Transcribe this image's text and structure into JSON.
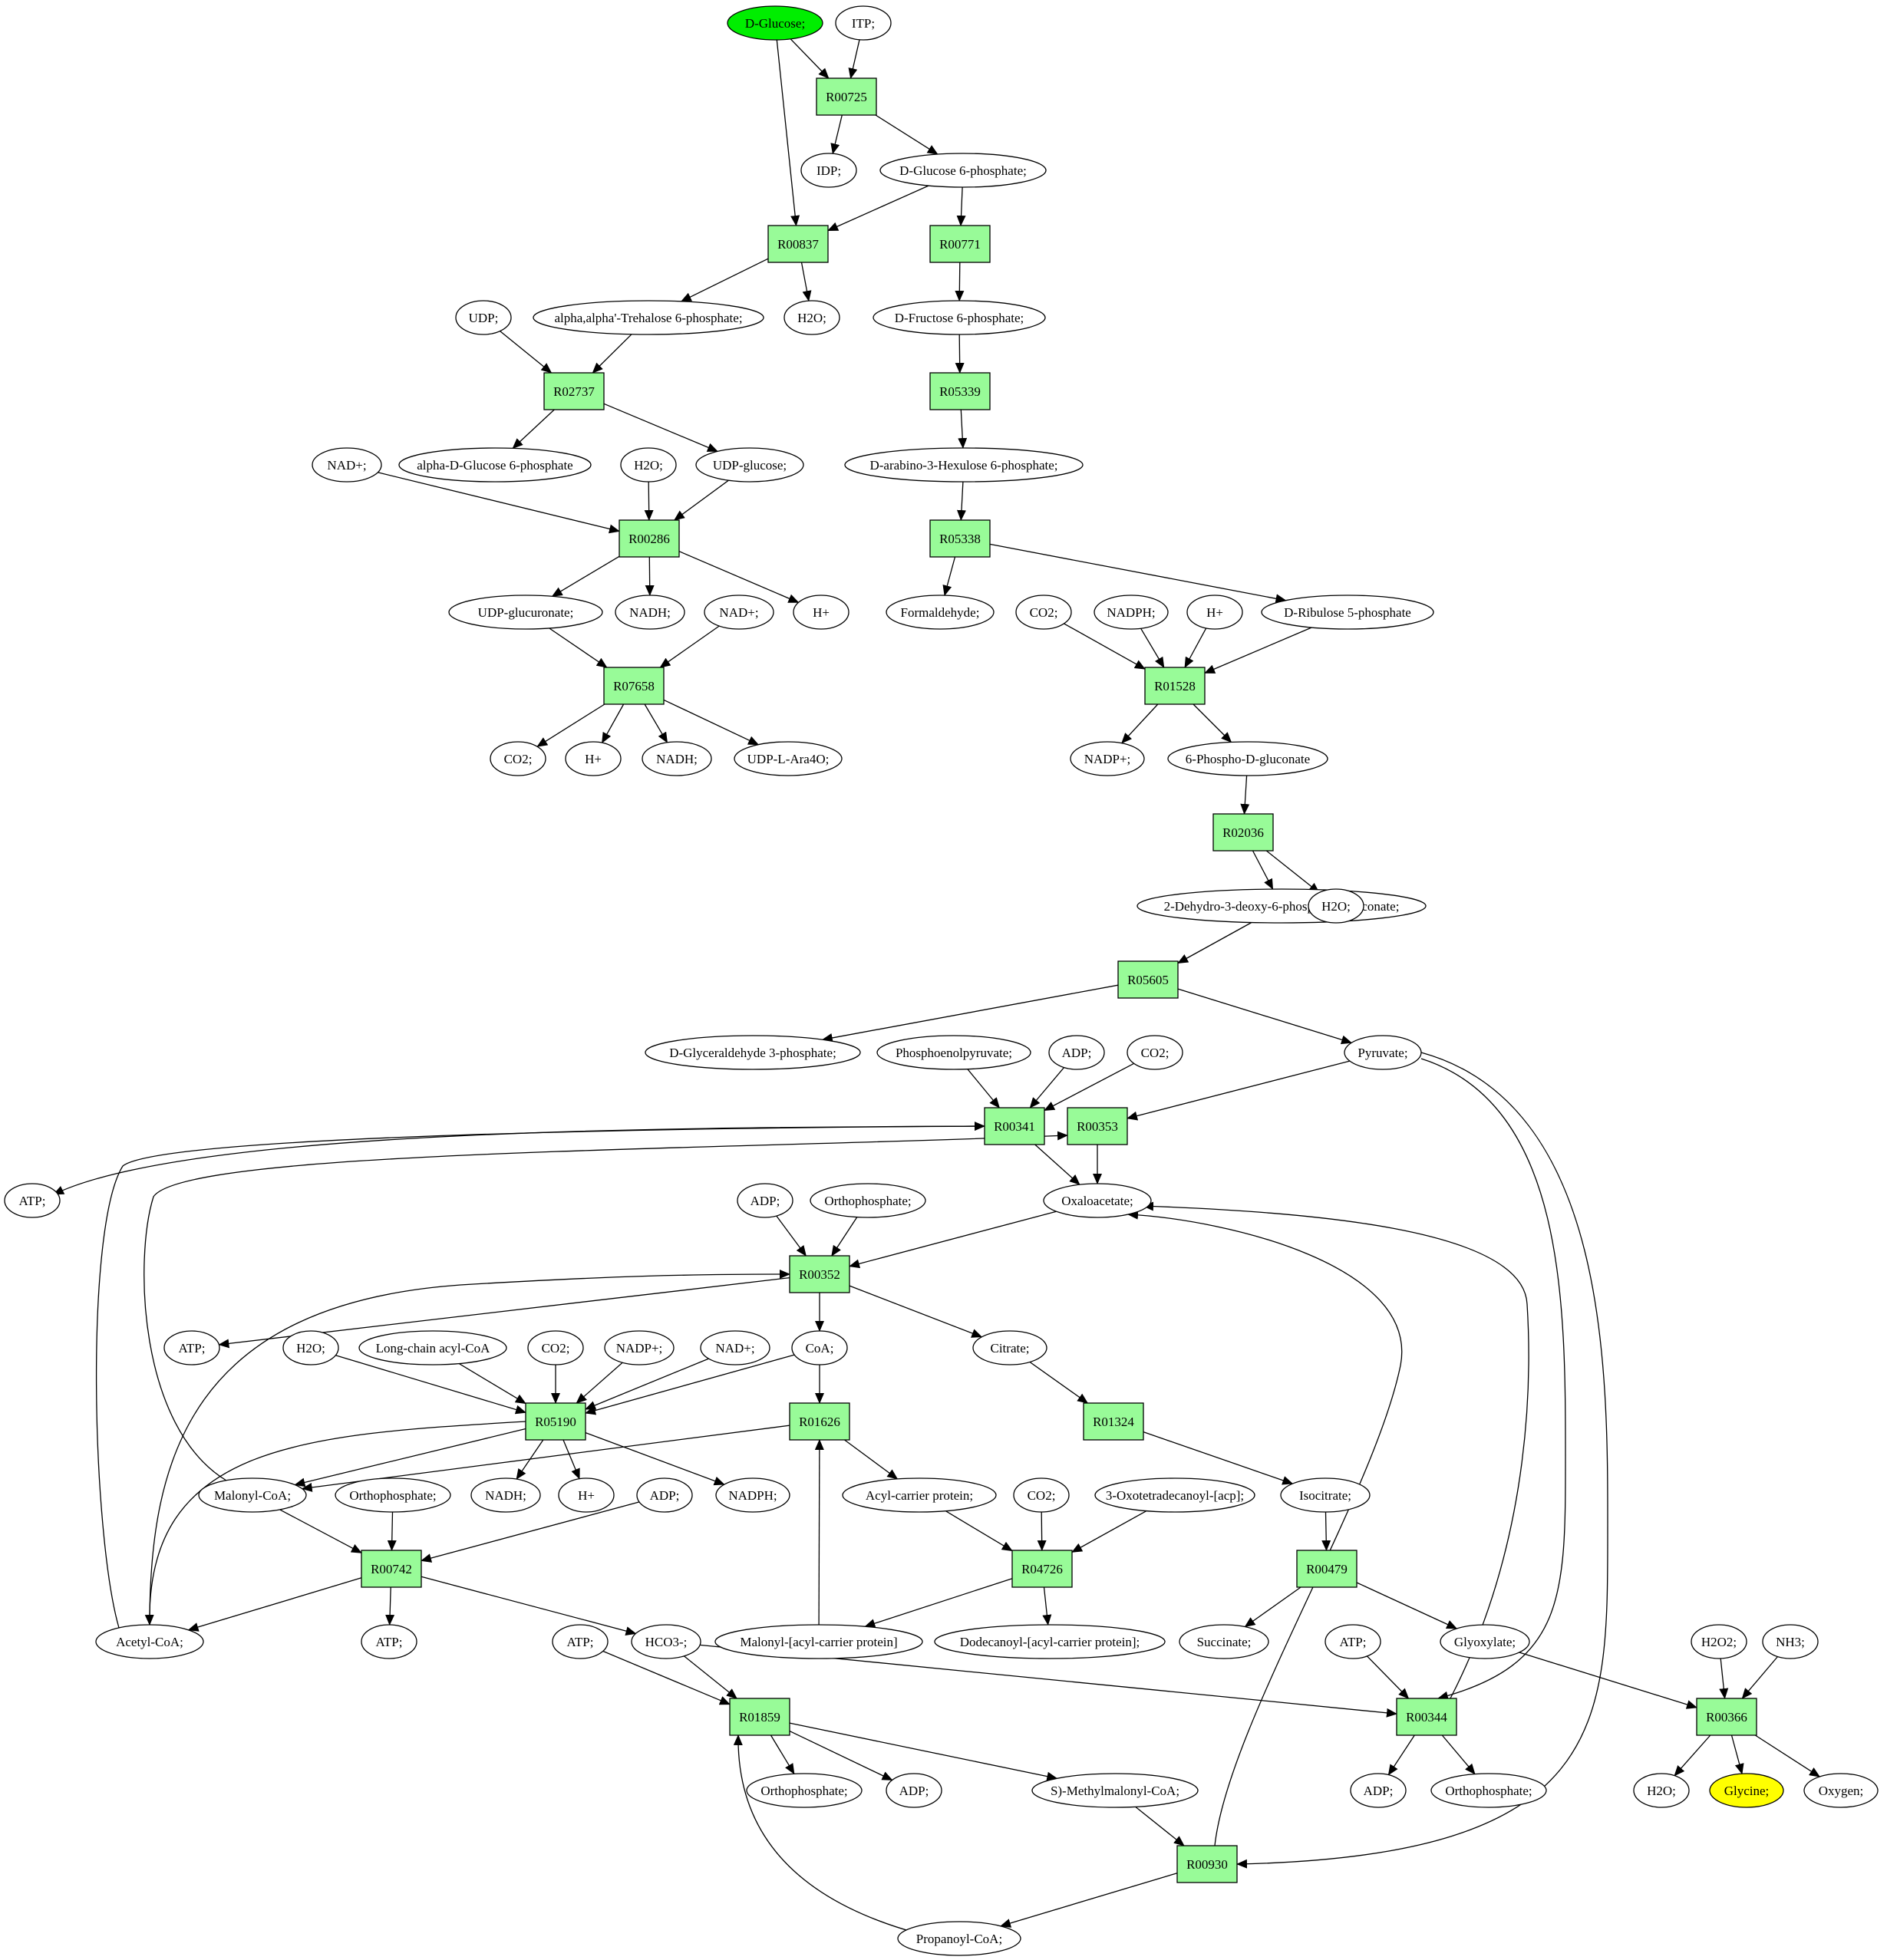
{
  "colors": {
    "reaction_fill": "#98fb98",
    "metabolite_fill": "#ffffff",
    "start_fill": "#00ee00",
    "target_fill": "#ffff00",
    "stroke": "#000000"
  },
  "nodes": [
    {
      "id": "m_dglucose",
      "label": "D-Glucose;",
      "kind": "start"
    },
    {
      "id": "m_itp",
      "label": "ITP;",
      "kind": "metabolite"
    },
    {
      "id": "r_R00725",
      "label": "R00725",
      "kind": "reaction"
    },
    {
      "id": "m_idp",
      "label": "IDP;",
      "kind": "metabolite"
    },
    {
      "id": "m_g6p",
      "label": "D-Glucose 6-phosphate;",
      "kind": "metabolite"
    },
    {
      "id": "r_R00837",
      "label": "R00837",
      "kind": "reaction"
    },
    {
      "id": "r_R00771",
      "label": "R00771",
      "kind": "reaction"
    },
    {
      "id": "m_udp",
      "label": "UDP;",
      "kind": "metabolite"
    },
    {
      "id": "m_treh6p",
      "label": "alpha,alpha'-Trehalose 6-phosphate;",
      "kind": "metabolite"
    },
    {
      "id": "m_h2o_1",
      "label": "H2O;",
      "kind": "metabolite"
    },
    {
      "id": "m_f6p",
      "label": "D-Fructose 6-phosphate;",
      "kind": "metabolite"
    },
    {
      "id": "r_R02737",
      "label": "R02737",
      "kind": "reaction"
    },
    {
      "id": "r_R05339",
      "label": "R05339",
      "kind": "reaction"
    },
    {
      "id": "m_nad_1",
      "label": "NAD+;",
      "kind": "metabolite"
    },
    {
      "id": "m_adg6p",
      "label": "alpha-D-Glucose 6-phosphate",
      "kind": "metabolite"
    },
    {
      "id": "m_h2o_2",
      "label": "H2O;",
      "kind": "metabolite"
    },
    {
      "id": "m_udpglc",
      "label": "UDP-glucose;",
      "kind": "metabolite"
    },
    {
      "id": "m_hexulose",
      "label": "D-arabino-3-Hexulose 6-phosphate;",
      "kind": "metabolite"
    },
    {
      "id": "r_R00286",
      "label": "R00286",
      "kind": "reaction"
    },
    {
      "id": "r_R05338",
      "label": "R05338",
      "kind": "reaction"
    },
    {
      "id": "m_udpglcur",
      "label": "UDP-glucuronate;",
      "kind": "metabolite"
    },
    {
      "id": "m_nadh_1",
      "label": "NADH;",
      "kind": "metabolite"
    },
    {
      "id": "m_nad_2",
      "label": "NAD+;",
      "kind": "metabolite"
    },
    {
      "id": "m_h_1",
      "label": "H+",
      "kind": "metabolite"
    },
    {
      "id": "m_formald",
      "label": "Formaldehyde;",
      "kind": "metabolite"
    },
    {
      "id": "m_co2_1",
      "label": "CO2;",
      "kind": "metabolite"
    },
    {
      "id": "m_nadph_1",
      "label": "NADPH;",
      "kind": "metabolite"
    },
    {
      "id": "m_h_2",
      "label": "H+",
      "kind": "metabolite"
    },
    {
      "id": "m_ru5p",
      "label": "D-Ribulose 5-phosphate",
      "kind": "metabolite"
    },
    {
      "id": "r_R07658",
      "label": "R07658",
      "kind": "reaction"
    },
    {
      "id": "r_R01528",
      "label": "R01528",
      "kind": "reaction"
    },
    {
      "id": "m_co2_2",
      "label": "CO2;",
      "kind": "metabolite"
    },
    {
      "id": "m_h_3",
      "label": "H+",
      "kind": "metabolite"
    },
    {
      "id": "m_nadh_2",
      "label": "NADH;",
      "kind": "metabolite"
    },
    {
      "id": "m_udpara",
      "label": "UDP-L-Ara4O;",
      "kind": "metabolite"
    },
    {
      "id": "m_nadp_1",
      "label": "NADP+;",
      "kind": "metabolite"
    },
    {
      "id": "m_6pg",
      "label": "6-Phospho-D-gluconate",
      "kind": "metabolite"
    },
    {
      "id": "r_R02036",
      "label": "R02036",
      "kind": "reaction"
    },
    {
      "id": "m_kdpg",
      "label": "2-Dehydro-3-deoxy-6-phospho-D-gluconate;",
      "kind": "metabolite"
    },
    {
      "id": "m_h2o_3",
      "label": "H2O;",
      "kind": "metabolite"
    },
    {
      "id": "r_R05605",
      "label": "R05605",
      "kind": "reaction"
    },
    {
      "id": "m_gap",
      "label": "D-Glyceraldehyde 3-phosphate;",
      "kind": "metabolite"
    },
    {
      "id": "m_pep",
      "label": "Phosphoenolpyruvate;",
      "kind": "metabolite"
    },
    {
      "id": "m_adp_1",
      "label": "ADP;",
      "kind": "metabolite"
    },
    {
      "id": "m_co2_3",
      "label": "CO2;",
      "kind": "metabolite"
    },
    {
      "id": "m_pyr",
      "label": "Pyruvate;",
      "kind": "metabolite"
    },
    {
      "id": "r_R00341",
      "label": "R00341",
      "kind": "reaction"
    },
    {
      "id": "r_R00353",
      "label": "R00353",
      "kind": "reaction"
    },
    {
      "id": "m_atp_1",
      "label": "ATP;",
      "kind": "metabolite"
    },
    {
      "id": "m_adp_2",
      "label": "ADP;",
      "kind": "metabolite"
    },
    {
      "id": "m_pi_1",
      "label": "Orthophosphate;",
      "kind": "metabolite"
    },
    {
      "id": "m_oaa",
      "label": "Oxaloacetate;",
      "kind": "metabolite"
    },
    {
      "id": "r_R00352",
      "label": "R00352",
      "kind": "reaction"
    },
    {
      "id": "m_atp_2",
      "label": "ATP;",
      "kind": "metabolite"
    },
    {
      "id": "m_h2o_4",
      "label": "H2O;",
      "kind": "metabolite"
    },
    {
      "id": "m_lcacoa",
      "label": "Long-chain acyl-CoA",
      "kind": "metabolite"
    },
    {
      "id": "m_co2_4",
      "label": "CO2;",
      "kind": "metabolite"
    },
    {
      "id": "m_nadp_2",
      "label": "NADP+;",
      "kind": "metabolite"
    },
    {
      "id": "m_nad_3",
      "label": "NAD+;",
      "kind": "metabolite"
    },
    {
      "id": "m_coa",
      "label": "CoA;",
      "kind": "metabolite"
    },
    {
      "id": "m_citrate",
      "label": "Citrate;",
      "kind": "metabolite"
    },
    {
      "id": "r_R05190",
      "label": "R05190",
      "kind": "reaction"
    },
    {
      "id": "r_R01626",
      "label": "R01626",
      "kind": "reaction"
    },
    {
      "id": "r_R01324",
      "label": "R01324",
      "kind": "reaction"
    },
    {
      "id": "m_malcoa",
      "label": "Malonyl-CoA;",
      "kind": "metabolite"
    },
    {
      "id": "m_pi_2",
      "label": "Orthophosphate;",
      "kind": "metabolite"
    },
    {
      "id": "m_nadh_3",
      "label": "NADH;",
      "kind": "metabolite"
    },
    {
      "id": "m_h_4",
      "label": "H+",
      "kind": "metabolite"
    },
    {
      "id": "m_adp_3",
      "label": "ADP;",
      "kind": "metabolite"
    },
    {
      "id": "m_nadph_2",
      "label": "NADPH;",
      "kind": "metabolite"
    },
    {
      "id": "m_acp",
      "label": "Acyl-carrier protein;",
      "kind": "metabolite"
    },
    {
      "id": "m_co2_5",
      "label": "CO2;",
      "kind": "metabolite"
    },
    {
      "id": "m_oxotd",
      "label": "3-Oxotetradecanoyl-[acp];",
      "kind": "metabolite"
    },
    {
      "id": "m_isocit",
      "label": "Isocitrate;",
      "kind": "metabolite"
    },
    {
      "id": "r_R00742",
      "label": "R00742",
      "kind": "reaction"
    },
    {
      "id": "r_R04726",
      "label": "R04726",
      "kind": "reaction"
    },
    {
      "id": "r_R00479",
      "label": "R00479",
      "kind": "reaction"
    },
    {
      "id": "m_acetylcoa",
      "label": "Acetyl-CoA;",
      "kind": "metabolite"
    },
    {
      "id": "m_atp_3",
      "label": "ATP;",
      "kind": "metabolite"
    },
    {
      "id": "m_atp_4",
      "label": "ATP;",
      "kind": "metabolite"
    },
    {
      "id": "m_hco3",
      "label": "HCO3-;",
      "kind": "metabolite"
    },
    {
      "id": "m_malacp",
      "label": "Malonyl-[acyl-carrier protein]",
      "kind": "metabolite"
    },
    {
      "id": "m_dodacp",
      "label": "Dodecanoyl-[acyl-carrier protein];",
      "kind": "metabolite"
    },
    {
      "id": "m_succ",
      "label": "Succinate;",
      "kind": "metabolite"
    },
    {
      "id": "m_atp_5",
      "label": "ATP;",
      "kind": "metabolite"
    },
    {
      "id": "m_glyox",
      "label": "Glyoxylate;",
      "kind": "metabolite"
    },
    {
      "id": "m_h2o2",
      "label": "H2O2;",
      "kind": "metabolite"
    },
    {
      "id": "m_nh3",
      "label": "NH3;",
      "kind": "metabolite"
    },
    {
      "id": "r_R01859",
      "label": "R01859",
      "kind": "reaction"
    },
    {
      "id": "r_R00344",
      "label": "R00344",
      "kind": "reaction"
    },
    {
      "id": "r_R00366",
      "label": "R00366",
      "kind": "reaction"
    },
    {
      "id": "m_pi_3",
      "label": "Orthophosphate;",
      "kind": "metabolite"
    },
    {
      "id": "m_adp_4",
      "label": "ADP;",
      "kind": "metabolite"
    },
    {
      "id": "m_smmcoa",
      "label": "S)-Methylmalonyl-CoA;",
      "kind": "metabolite"
    },
    {
      "id": "m_adp_5",
      "label": "ADP;",
      "kind": "metabolite"
    },
    {
      "id": "m_pi_4",
      "label": "Orthophosphate;",
      "kind": "metabolite"
    },
    {
      "id": "m_h2o_5",
      "label": "H2O;",
      "kind": "metabolite"
    },
    {
      "id": "m_glycine",
      "label": "Glycine;",
      "kind": "target"
    },
    {
      "id": "m_oxygen",
      "label": "Oxygen;",
      "kind": "metabolite"
    },
    {
      "id": "r_R00930",
      "label": "R00930",
      "kind": "reaction"
    },
    {
      "id": "m_propcoa",
      "label": "Propanoyl-CoA;",
      "kind": "metabolite"
    }
  ],
  "edges": [
    [
      "m_dglucose",
      "r_R00725"
    ],
    [
      "m_itp",
      "r_R00725"
    ],
    [
      "r_R00725",
      "m_idp"
    ],
    [
      "r_R00725",
      "m_g6p"
    ],
    [
      "m_dglucose",
      "r_R00837"
    ],
    [
      "m_g6p",
      "r_R00837"
    ],
    [
      "m_g6p",
      "r_R00771"
    ],
    [
      "r_R00837",
      "m_treh6p"
    ],
    [
      "r_R00837",
      "m_h2o_1"
    ],
    [
      "r_R00771",
      "m_f6p"
    ],
    [
      "m_udp",
      "r_R02737"
    ],
    [
      "m_treh6p",
      "r_R02737"
    ],
    [
      "m_f6p",
      "r_R05339"
    ],
    [
      "r_R02737",
      "m_adg6p"
    ],
    [
      "r_R02737",
      "m_udpglc"
    ],
    [
      "r_R05339",
      "m_hexulose"
    ],
    [
      "m_nad_1",
      "r_R00286"
    ],
    [
      "m_h2o_2",
      "r_R00286"
    ],
    [
      "m_udpglc",
      "r_R00286"
    ],
    [
      "m_hexulose",
      "r_R05338"
    ],
    [
      "r_R00286",
      "m_udpglcur"
    ],
    [
      "r_R00286",
      "m_nadh_1"
    ],
    [
      "r_R00286",
      "m_h_1"
    ],
    [
      "r_R05338",
      "m_formald"
    ],
    [
      "r_R05338",
      "m_ru5p"
    ],
    [
      "m_udpglcur",
      "r_R07658"
    ],
    [
      "m_nad_2",
      "r_R07658"
    ],
    [
      "m_co2_1",
      "r_R01528"
    ],
    [
      "m_nadph_1",
      "r_R01528"
    ],
    [
      "m_h_2",
      "r_R01528"
    ],
    [
      "m_ru5p",
      "r_R01528"
    ],
    [
      "r_R07658",
      "m_co2_2"
    ],
    [
      "r_R07658",
      "m_h_3"
    ],
    [
      "r_R07658",
      "m_nadh_2"
    ],
    [
      "r_R07658",
      "m_udpara"
    ],
    [
      "r_R01528",
      "m_nadp_1"
    ],
    [
      "r_R01528",
      "m_6pg"
    ],
    [
      "m_6pg",
      "r_R02036"
    ],
    [
      "r_R02036",
      "m_kdpg"
    ],
    [
      "r_R02036",
      "m_h2o_3"
    ],
    [
      "m_kdpg",
      "r_R05605"
    ],
    [
      "r_R05605",
      "m_gap"
    ],
    [
      "r_R05605",
      "m_pyr"
    ],
    [
      "m_pep",
      "r_R00341"
    ],
    [
      "m_adp_1",
      "r_R00341"
    ],
    [
      "m_co2_3",
      "r_R00341"
    ],
    [
      "m_pyr",
      "r_R00353"
    ],
    [
      "r_R00341",
      "m_atp_1"
    ],
    [
      "r_R00341",
      "m_oaa"
    ],
    [
      "r_R00353",
      "m_oaa"
    ],
    [
      "m_adp_2",
      "r_R00352"
    ],
    [
      "m_pi_1",
      "r_R00352"
    ],
    [
      "m_oaa",
      "r_R00352"
    ],
    [
      "r_R00352",
      "m_atp_2"
    ],
    [
      "r_R00352",
      "m_coa"
    ],
    [
      "r_R00352",
      "m_citrate"
    ],
    [
      "m_h2o_4",
      "r_R05190"
    ],
    [
      "m_lcacoa",
      "r_R05190"
    ],
    [
      "m_co2_4",
      "r_R05190"
    ],
    [
      "m_nadp_2",
      "r_R05190"
    ],
    [
      "m_nad_3",
      "r_R05190"
    ],
    [
      "m_coa",
      "r_R05190"
    ],
    [
      "m_coa",
      "r_R01626"
    ],
    [
      "m_citrate",
      "r_R01324"
    ],
    [
      "r_R05190",
      "m_malcoa"
    ],
    [
      "r_R05190",
      "m_nadh_3"
    ],
    [
      "r_R05190",
      "m_h_4"
    ],
    [
      "r_R05190",
      "m_nadph_2"
    ],
    [
      "r_R05190",
      "m_acetylcoa"
    ],
    [
      "r_R01626",
      "m_malcoa"
    ],
    [
      "r_R01626",
      "m_acp"
    ],
    [
      "m_malacp",
      "r_R01626"
    ],
    [
      "r_R01324",
      "m_isocit"
    ],
    [
      "m_malcoa",
      "r_R00742"
    ],
    [
      "m_pi_2",
      "r_R00742"
    ],
    [
      "m_adp_3",
      "r_R00742"
    ],
    [
      "m_malcoa",
      "r_R00353"
    ],
    [
      "m_acp",
      "r_R04726"
    ],
    [
      "m_co2_5",
      "r_R04726"
    ],
    [
      "m_oxotd",
      "r_R04726"
    ],
    [
      "m_isocit",
      "r_R00479"
    ],
    [
      "r_R00742",
      "m_acetylcoa"
    ],
    [
      "r_R00742",
      "m_atp_3"
    ],
    [
      "r_R00742",
      "m_hco3"
    ],
    [
      "r_R04726",
      "m_malacp"
    ],
    [
      "r_R04726",
      "m_dodacp"
    ],
    [
      "r_R00479",
      "m_succ"
    ],
    [
      "r_R00479",
      "m_glyox"
    ],
    [
      "m_atp_4",
      "r_R01859"
    ],
    [
      "m_hco3",
      "r_R01859"
    ],
    [
      "m_hco3",
      "r_R00344"
    ],
    [
      "m_atp_5",
      "r_R00344"
    ],
    [
      "m_pyr",
      "r_R00344"
    ],
    [
      "m_glyox",
      "r_R00366"
    ],
    [
      "m_h2o2",
      "r_R00366"
    ],
    [
      "m_nh3",
      "r_R00366"
    ],
    [
      "r_R01859",
      "m_pi_3"
    ],
    [
      "r_R01859",
      "m_adp_4"
    ],
    [
      "r_R01859",
      "m_smmcoa"
    ],
    [
      "r_R00344",
      "m_adp_5"
    ],
    [
      "r_R00344",
      "m_pi_4"
    ],
    [
      "r_R00344",
      "m_oaa"
    ],
    [
      "r_R00366",
      "m_h2o_5"
    ],
    [
      "r_R00366",
      "m_glycine"
    ],
    [
      "r_R00366",
      "m_oxygen"
    ],
    [
      "m_smmcoa",
      "r_R00930"
    ],
    [
      "m_pyr",
      "r_R00930"
    ],
    [
      "r_R00930",
      "m_propcoa"
    ],
    [
      "r_R00930",
      "m_oaa"
    ],
    [
      "m_propcoa",
      "r_R01859"
    ],
    [
      "m_acetylcoa",
      "r_R00341"
    ],
    [
      "m_acetylcoa",
      "r_R00352"
    ]
  ]
}
